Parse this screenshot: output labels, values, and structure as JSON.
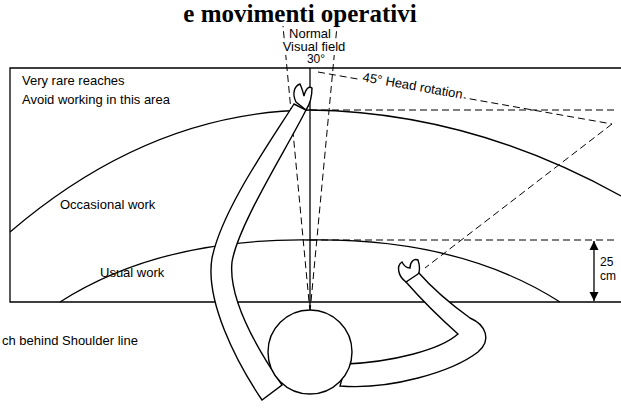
{
  "diagram": {
    "title": "e movimenti operativi",
    "labels": [
      "Normal",
      "Visual field",
      "30°",
      "Very rare reaches",
      "Avoid working in this area",
      "45° Head rotation",
      "Occasional work",
      "Usual work",
      "25 cm",
      "ch behind Shoulder line"
    ]
  }
}
